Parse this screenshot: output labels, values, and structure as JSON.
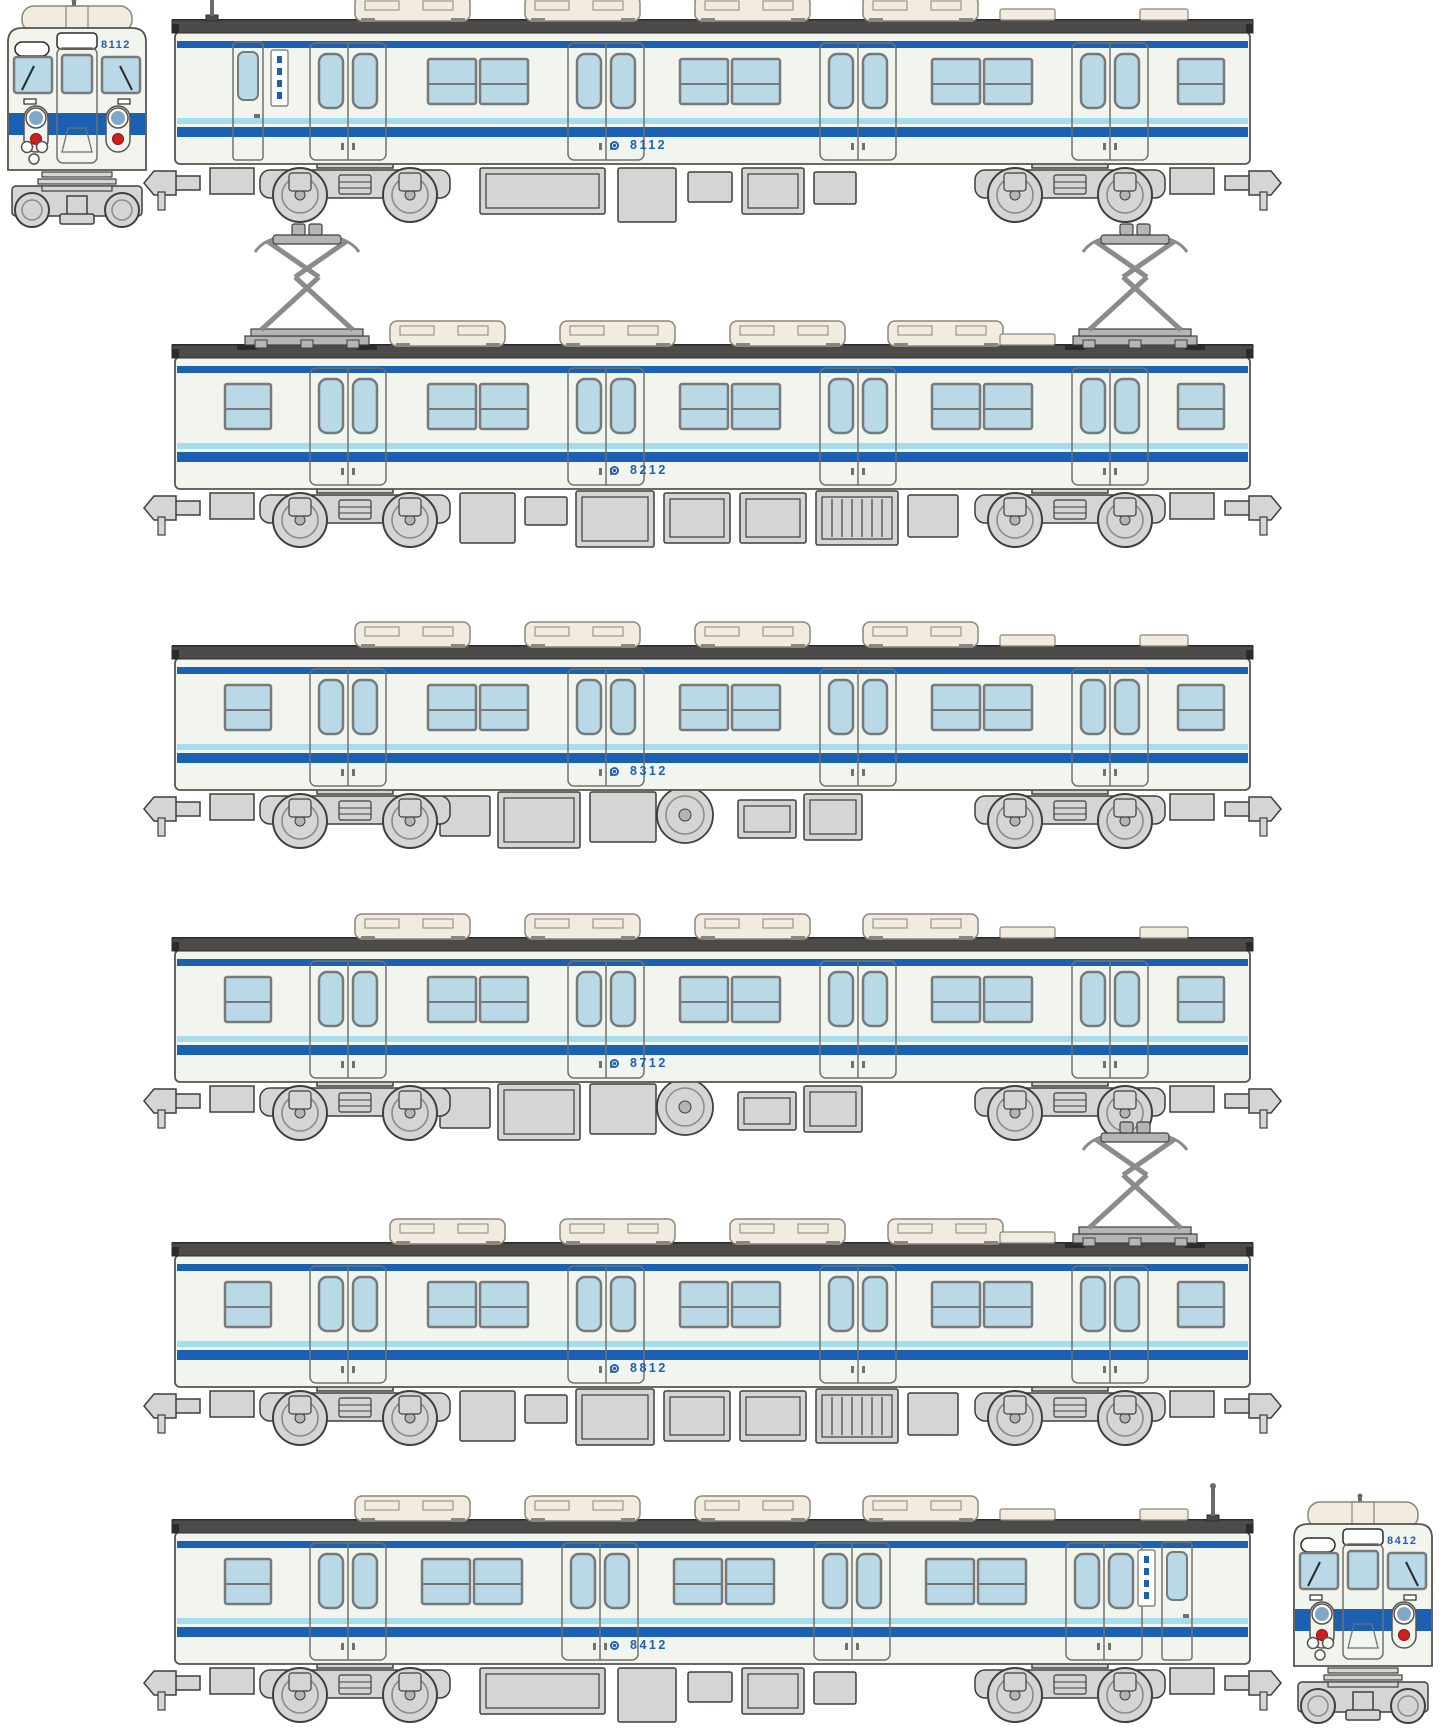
{
  "palette": {
    "background": "#ffffff",
    "body": "#f2f5ee",
    "body_stroke": "#55544f",
    "roof": "#4c4b49",
    "roof_dark": "#2c2b29",
    "vent": "#f2ebdf",
    "vent_stroke": "#8c877b",
    "glass": "#b9d9e7",
    "glass_frame": "#77797b",
    "stripe_dark": "#1b60b3",
    "stripe_light": "#a5dcee",
    "underbody": "#d4d6d3",
    "underbody_light": "#b4b6b3",
    "underbody_stroke": "#3f3f3d",
    "wheel_ring": "#8a8c89",
    "number_blue": "#1d5fb5",
    "headlight_blue": "#7fa8c6",
    "taillight_red": "#cf1f1f",
    "door_frame": "#70726b",
    "antenna_gray": "#6b6b68"
  },
  "front_views": [
    {
      "number": "8112",
      "position": "top-left"
    },
    {
      "number": "8412",
      "position": "bottom-right"
    }
  ],
  "cars": [
    {
      "number": "8112",
      "cab": "left",
      "pantographs": [],
      "underbody": "plain"
    },
    {
      "number": "8212",
      "cab": null,
      "pantographs": [
        "left",
        "right"
      ],
      "underbody": "grille"
    },
    {
      "number": "8312",
      "cab": null,
      "pantographs": [],
      "underbody": "compressor"
    },
    {
      "number": "8712",
      "cab": null,
      "pantographs": [],
      "underbody": "compressor"
    },
    {
      "number": "8812",
      "cab": null,
      "pantographs": [
        "right"
      ],
      "underbody": "grille"
    },
    {
      "number": "8412",
      "cab": "right",
      "pantographs": [],
      "underbody": "plain"
    }
  ]
}
